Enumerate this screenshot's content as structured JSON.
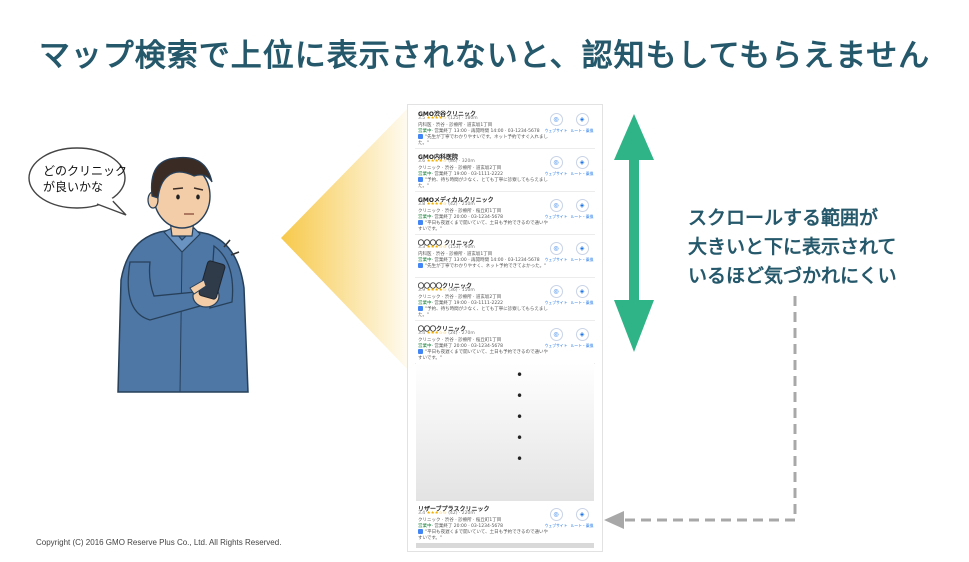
{
  "title": "マップ検索で上位に表示されないと、認知もしてもらえません",
  "speech_bubble": {
    "lines": [
      "どのクリニック",
      "が良いかな"
    ]
  },
  "note": {
    "lines": [
      "スクロールする範囲が",
      "大きいと下に表示されて",
      "いるほど気づかれにくい"
    ]
  },
  "copyright": "Copyright (C) 2016 GMO Reserve Plus Co., Ltd. All Rights Reserved.",
  "listing_buttons": {
    "website": "ウェブサイト",
    "route": "ルート・乗換"
  },
  "listings": [
    {
      "name": "GMO渋谷クリニック",
      "rating": "3.5",
      "stars": "★★★★☆",
      "meta": "(125) · 180m",
      "address": "内科医 · 渋谷 · 診療所 · 道玄坂1丁目",
      "open": "営業中",
      "hours": "· 営業終了 13:00 · 再開時間 14:00 · 03-1234-5678",
      "review": "\"先生が丁寧でわかりやすいです。ネット予約ですぐ入れました。\""
    },
    {
      "name": "GMO内科医院",
      "rating": "3.6",
      "stars": "★★★★☆",
      "meta": "(86) · 320m",
      "address": "クリニック · 渋谷 · 診療所 · 道玄坂2丁目",
      "open": "営業中",
      "hours": "· 営業終了 19:00 · 03-1111-2222",
      "review": "\"予約、待ち時間が少なく、とても丁寧に診察してもらえました。\""
    },
    {
      "name": "GMOメディカルクリニック",
      "rating": "3.8",
      "stars": "★★★★☆",
      "meta": "(42) · 210m",
      "address": "クリニック · 渋谷 · 診療所 · 桜丘町1丁目",
      "open": "営業中",
      "hours": "· 営業終了 20:00 · 03-1234-5678",
      "review": "\"平日も夜遅くまで開いていて、土日も予約できるので通いやすいです。\""
    },
    {
      "name": "〇〇〇〇 クリニック",
      "rating": "3.3",
      "stars": "★★★☆☆",
      "meta": "(153) · 90m",
      "address": "内科医 · 渋谷 · 診療所 · 道玄坂1丁目",
      "open": "営業中",
      "hours": "· 営業終了 13:00 · 再開時間 14:00 · 03-1234-5678",
      "review": "\"先生が丁寧でわかりやすく、ネット予約できてよかった。\""
    },
    {
      "name": "〇〇〇〇クリニック",
      "rating": "3.9",
      "stars": "★★★★☆",
      "meta": "(36) · 150m",
      "address": "クリニック · 渋谷 · 診療所 · 道玄坂2丁目",
      "open": "営業中",
      "hours": "· 営業終了 19:00 · 03-1111-2222",
      "review": "\"予約、待ち時間が少なく、とても丁寧に診察してもらえました。\""
    },
    {
      "name": "〇〇〇クリニック",
      "rating": "3.4",
      "stars": "★★★☆☆",
      "meta": "(24) · 270m",
      "address": "クリニック · 渋谷 · 診療所 · 桜丘町1丁目",
      "open": "営業中",
      "hours": "· 営業終了 20:00 · 03-1234-5678",
      "review": "\"平日も夜遅くまで開いていて、土日も予約できるので通いやすいです。\""
    }
  ],
  "last_listing": {
    "name": "リザーブプラスクリニック",
    "rating": "3.4",
    "stars": "★★★☆☆",
    "meta": "(42) · 220m",
    "address": "クリニック · 渋谷 · 診療所 · 桜丘町1丁目",
    "open": "営業中",
    "hours": "· 営業終了 20:00 · 03-1234-5678",
    "review": "\"平日も夜遅くまで開いていて、土日も予約できるので通いやすいです。\""
  },
  "colors": {
    "title": "#24586a",
    "scroll_arrow": "#2fb488",
    "beam": "#f7c94a",
    "dashed_arrow": "#a8a8a8"
  }
}
